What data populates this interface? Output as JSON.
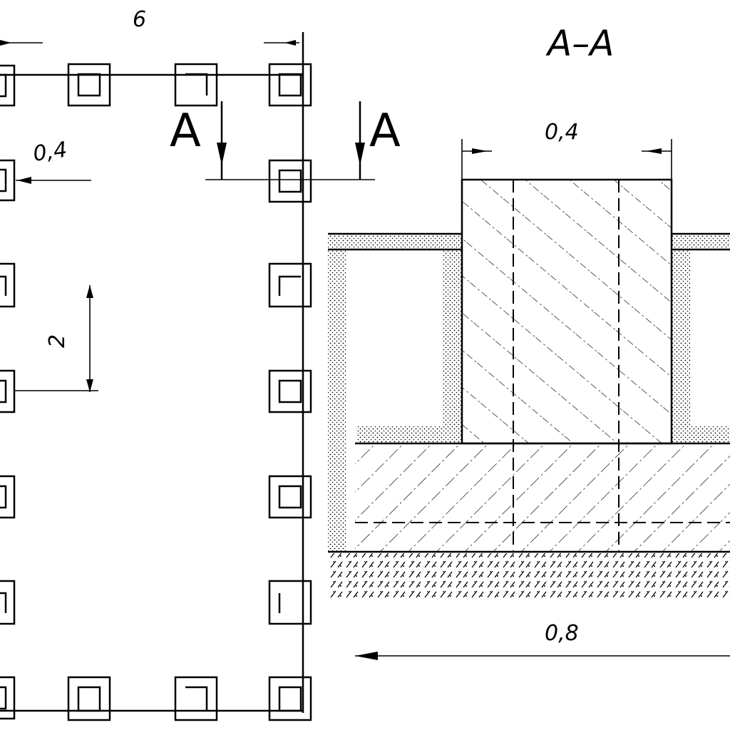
{
  "plan": {
    "top_dimension": "6",
    "pile_dimension": "0,4",
    "spacing_dimension": "2",
    "section_marker_left": "A",
    "section_marker_right": "A"
  },
  "section": {
    "title": "A–A",
    "column_width_label": "0,4",
    "footing_width_label": "0,8"
  }
}
